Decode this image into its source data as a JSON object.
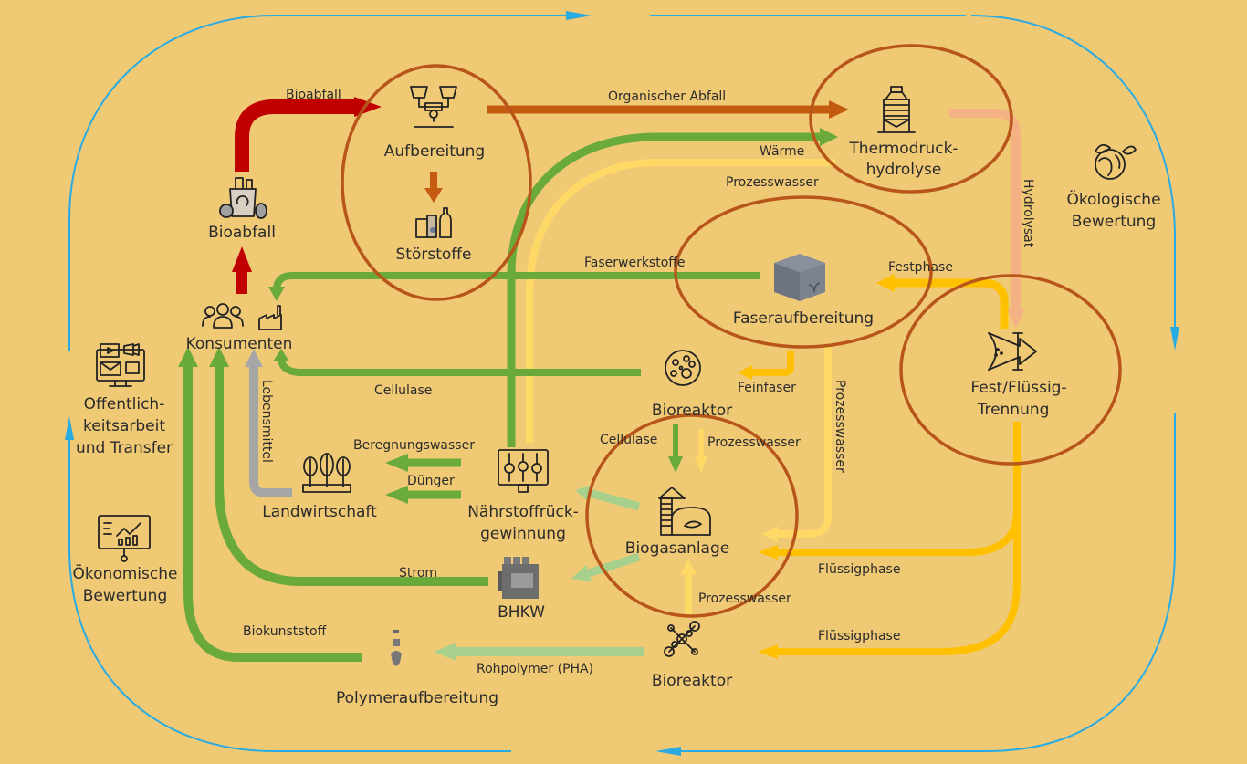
{
  "colors": {
    "background": "#f0c975",
    "cycle_loop": "#29abe2",
    "highlight_ellipse": "#b8561a",
    "bioabfall_flow": "#c00000",
    "organic_flow": "#c55a11",
    "energy_product_flow": "#6aaa3a",
    "light_green_flow": "#a8d08d",
    "process_water_flow": "#ffd966",
    "liquid_solid_phase_flow": "#ffc000",
    "hydrolysat_flow": "#f4b183",
    "food_flow": "#a6a6a6"
  },
  "nodes": {
    "bioabfall": {
      "label": "Bioabfall",
      "icon": "waste-bin-icon"
    },
    "aufbereitung": {
      "label": "Aufbereitung",
      "icon": "processing-machine-icon"
    },
    "stoerstoffe": {
      "label": "Störstoffe",
      "icon": "contaminants-icon"
    },
    "thermodruck": {
      "label_line1": "Thermodruck-",
      "label_line2": "hydrolyse",
      "icon": "reactor-tower-icon"
    },
    "faseraufbereitung": {
      "label": "Faseraufbereitung",
      "icon": "fiber-box-icon"
    },
    "fest_fluessig": {
      "label_line1": "Fest/Flüssig-",
      "label_line2": "Trennung",
      "icon": "separator-icon"
    },
    "konsumenten": {
      "label": "Konsumenten",
      "icon": "people-factory-icon"
    },
    "bioreaktor_top": {
      "label": "Bioreaktor",
      "icon": "microbes-icon"
    },
    "biogasanlage": {
      "label": "Biogasanlage",
      "icon": "biogas-plant-icon"
    },
    "landwirtschaft": {
      "label": "Landwirtschaft",
      "icon": "crops-icon"
    },
    "naehrstoff": {
      "label_line1": "Nährstoffrück-",
      "label_line2": "gewinnung",
      "icon": "nutrient-monitor-icon"
    },
    "bhkw": {
      "label": "BHKW",
      "icon": "engine-icon"
    },
    "bioreaktor_bottom": {
      "label": "Bioreaktor",
      "icon": "molecule-icon"
    },
    "polymeraufbereitung": {
      "label": "Polymeraufbereitung",
      "icon": "polymer-icon"
    }
  },
  "side_labels": {
    "oekologisch": {
      "line1": "Ökologische",
      "line2": "Bewertung",
      "icon": "globe-leaf-icon"
    },
    "oeffentlich": {
      "line1": "Offentlich-",
      "line2": "keitsarbeit",
      "line3": "und Transfer",
      "icon": "media-monitor-icon"
    },
    "oekonomisch": {
      "line1": "Ökonomische",
      "line2": "Bewertung",
      "icon": "chart-board-icon"
    }
  },
  "flows": {
    "bioabfall": "Bioabfall",
    "organischer_abfall": "Organischer Abfall",
    "waerme": "Wärme",
    "prozesswasser_top": "Prozesswasser",
    "hydrolysat": "Hydrolysat",
    "faserwerkstoffe": "Faserwerkstoffe",
    "festphase": "Festphase",
    "cellulase_left": "Cellulase",
    "feinfaser": "Feinfaser",
    "lebensmittel": "Lebensmittel",
    "beregnungswasser": "Beregnungswasser",
    "duenger": "Dünger",
    "cellulase_down": "Cellulase",
    "prozesswasser_down": "Prozesswasser",
    "prozesswasser_vertical": "Prozesswasser",
    "fluessigphase_top": "Flüssigphase",
    "strom": "Strom",
    "prozesswasser_bottom": "Prozesswasser",
    "fluessigphase_bottom": "Flüssigphase",
    "biokunststoff": "Biokunststoff",
    "rohpolymer": "Rohpolymer (PHA)"
  }
}
